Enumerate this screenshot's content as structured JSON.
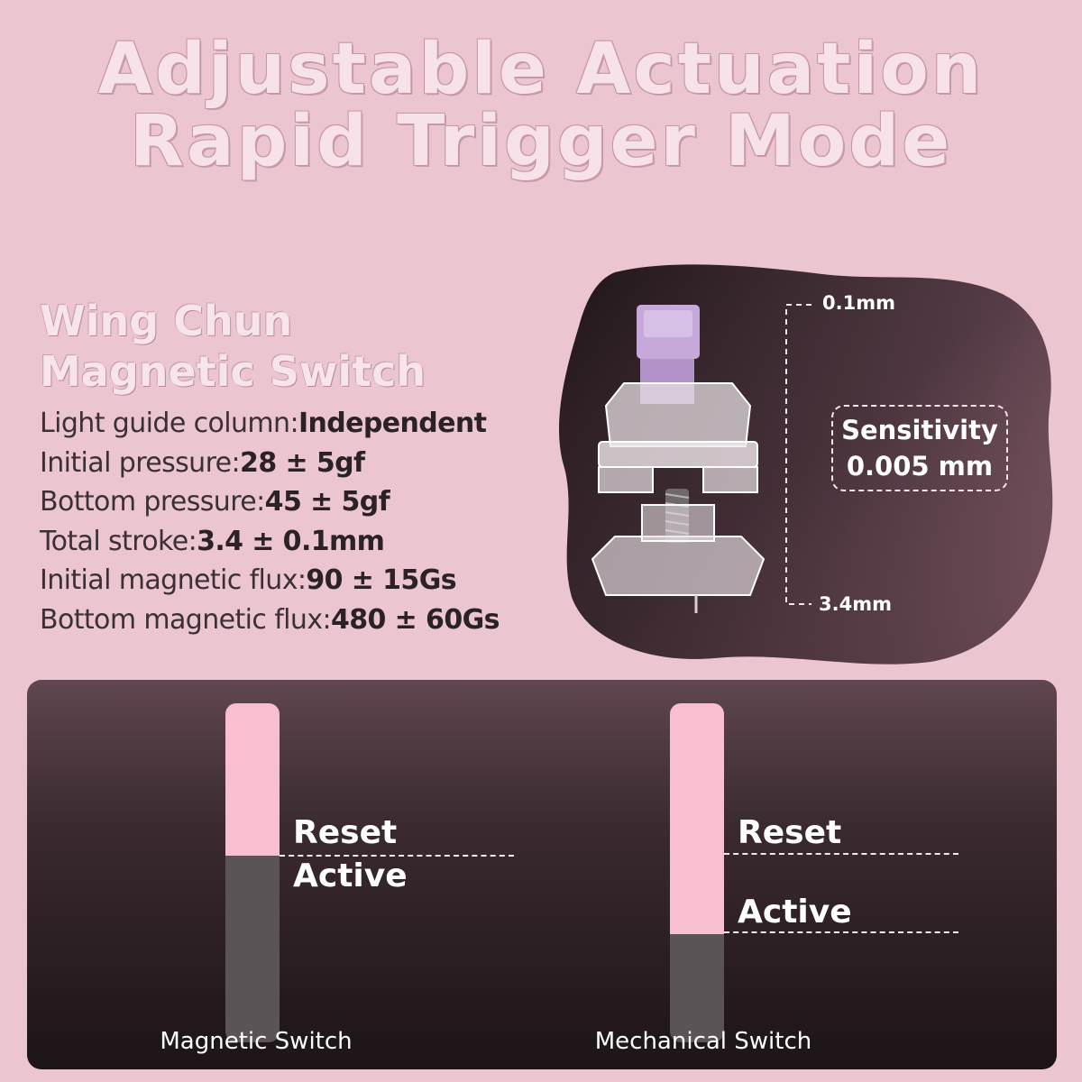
{
  "header": {
    "line1": "Adjustable Actuation",
    "line2": "Rapid Trigger Mode"
  },
  "switch": {
    "name_line1": "Wing Chun",
    "name_line2": "Magnetic Switch",
    "specs": [
      {
        "label": "Light guide column:",
        "value": "Independent"
      },
      {
        "label": "Initial pressure:",
        "value": "28 ± 5gf"
      },
      {
        "label": "Bottom pressure:",
        "value": "45 ± 5gf"
      },
      {
        "label": "Total stroke:",
        "value": "3.4 ± 0.1mm"
      },
      {
        "label": "Initial magnetic flux:",
        "value": "90 ± 15Gs"
      },
      {
        "label": "Bottom magnetic flux:",
        "value": "480 ± 60Gs"
      }
    ]
  },
  "diagram": {
    "top_label": "0.1mm",
    "bottom_label": "3.4mm",
    "sensitivity_line1": "Sensitivity",
    "sensitivity_line2": "0.005 mm"
  },
  "comparison": {
    "magnetic": {
      "caption": "Magnetic Switch",
      "reset_label": "Reset",
      "active_label": "Active",
      "pink_fraction": 0.45
    },
    "mechanical": {
      "caption": "Mechanical Switch",
      "reset_label": "Reset",
      "active_label": "Active",
      "pink_fraction": 0.68
    },
    "colors": {
      "pink": "#f7bfd0",
      "grey": "#5a5456"
    }
  }
}
